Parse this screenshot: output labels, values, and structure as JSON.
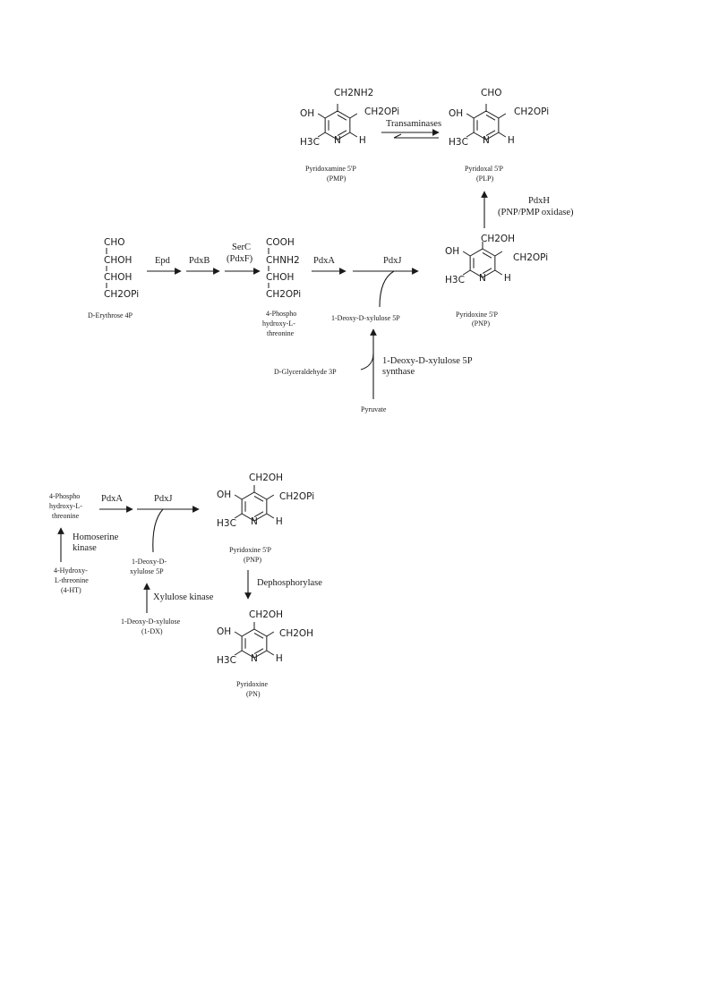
{
  "page": {
    "background": "#ffffff",
    "ink": "#1a1a1a"
  },
  "top_pathway": {
    "erythrose": {
      "lines": [
        "CHO",
        "CHOH",
        "CHOH",
        "CH2OPi"
      ],
      "name": "D-Erythrose 4P"
    },
    "enzymes": {
      "epd": "Epd",
      "pdxb": "PdxB",
      "serc": "SerC",
      "pdxf": "(PdxF)",
      "pdxa": "PdxA",
      "pdxj": "PdxJ",
      "dxs": "1-Deoxy-D-xylulose 5P",
      "dxs_2": "synthase",
      "pdxh": "PdxH",
      "pdxh_2": "(PNP/PMP oxidase)",
      "transaminases": "Transaminases"
    },
    "threonine": {
      "lines": [
        "COOH",
        "CHNH2",
        "CHOH",
        "CH2OPi"
      ],
      "name_lines": [
        "4-Phospho",
        "hydroxy-L-",
        "threonine"
      ]
    },
    "dxp": "1-Deoxy-D-xylulose 5P",
    "ga3p": "D-Glyceraldehyde 3P",
    "pyruvate": "Pyruvate",
    "pnp": {
      "name": "Pyridoxine 5'P",
      "abbr": "(PNP)",
      "top": "CH2OH",
      "right": "CH2OPi"
    },
    "pmp": {
      "name": "Pyridoxamine 5'P",
      "abbr": "(PMP)",
      "top": "CH2NH2",
      "right": "CH2OPi"
    },
    "plp": {
      "name": "Pyridoxal 5'P",
      "abbr": "(PLP)",
      "top": "CHO",
      "right": "CH2OPi"
    }
  },
  "bottom_pathway": {
    "threonine_lines": [
      "4-Phospho",
      "hydroxy-L-",
      "threonine"
    ],
    "hydroxythreonine_lines": [
      "4-Hydroxy-",
      "L-threonine",
      "(4-HT)"
    ],
    "homoserine_kinase": [
      "Homoserine",
      "kinase"
    ],
    "dxp_lines": [
      "1-Deoxy-D-",
      "xylulose 5P"
    ],
    "xylulose_kinase": "Xylulose kinase",
    "dx_lines": [
      "1-Deoxy-D-xylulose",
      "(1-DX)"
    ],
    "pdxa": "PdxA",
    "pdxj": "PdxJ",
    "dephosphorylase": "Dephosphorylase",
    "pnp": {
      "name": "Pyridoxine 5'P",
      "abbr": "(PNP)",
      "top": "CH2OH",
      "right": "CH2OPi"
    },
    "pn": {
      "name": "Pyridoxine",
      "abbr": "(PN)",
      "top": "CH2OH",
      "right": "CH2OH"
    }
  },
  "ring_labels": {
    "oh": "OH",
    "methyl": "H3C",
    "n": "N",
    "h": "H"
  }
}
